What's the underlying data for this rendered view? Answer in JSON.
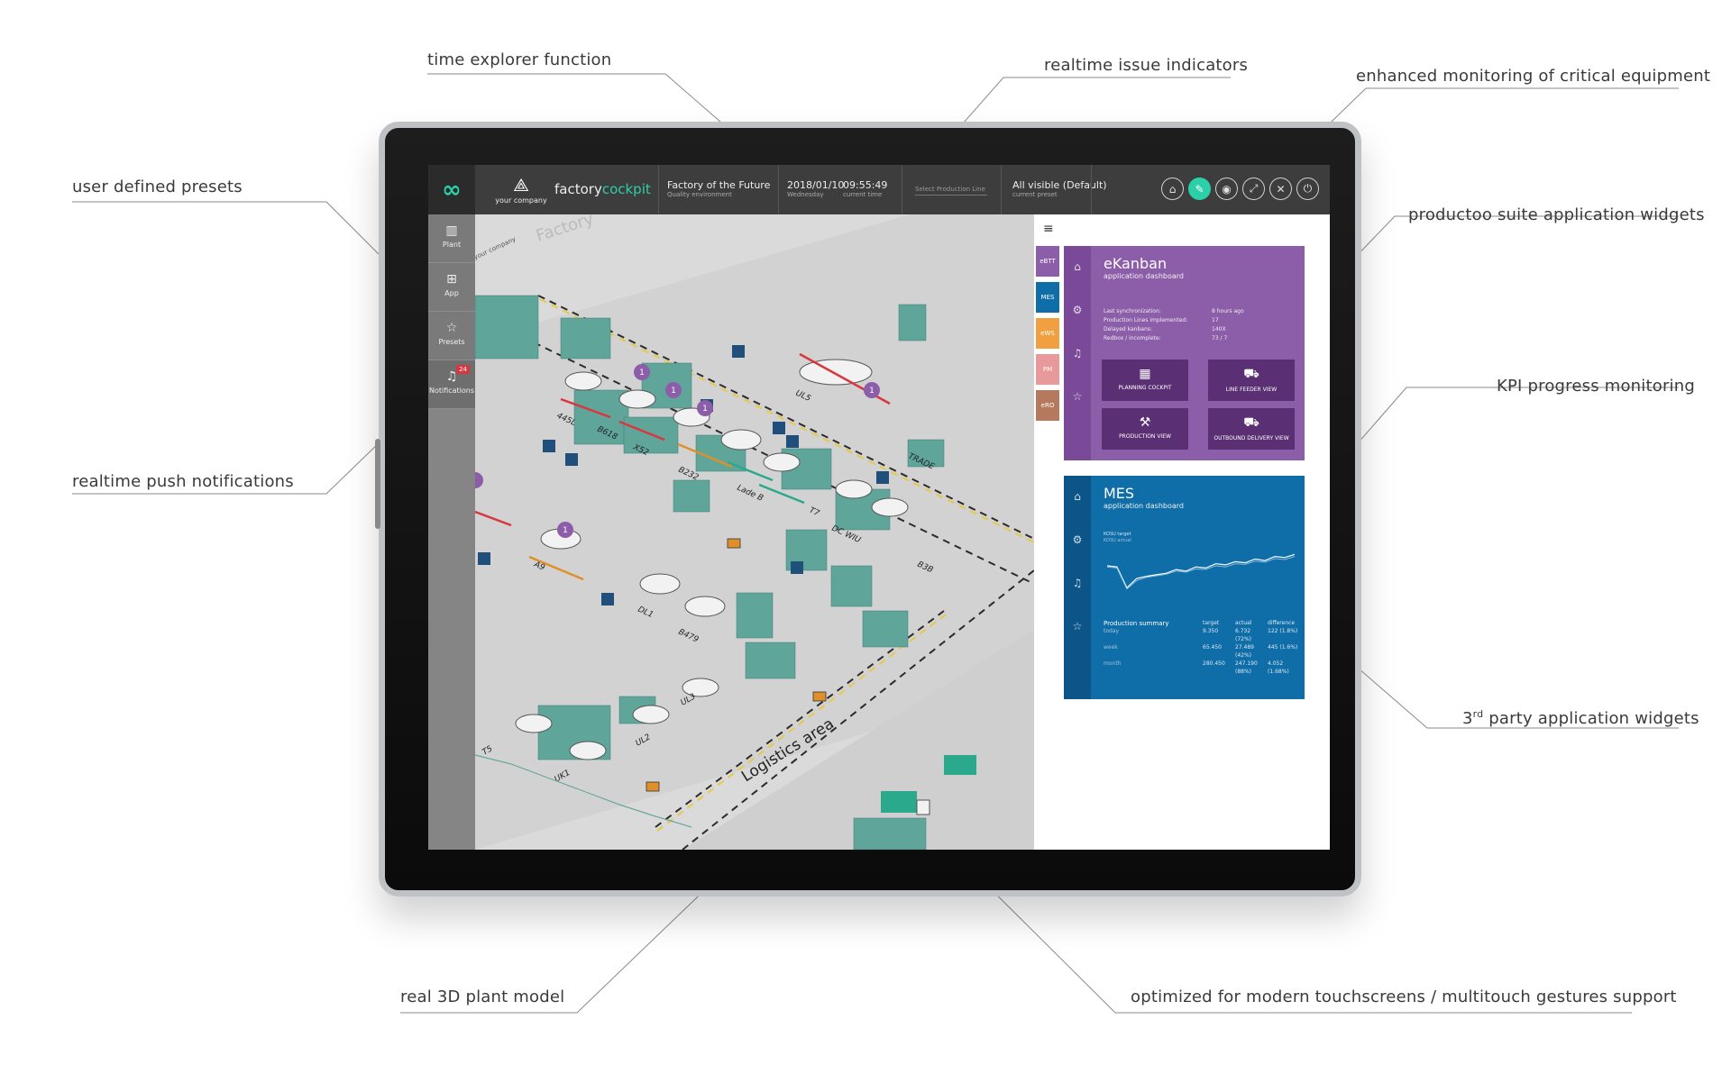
{
  "callouts": {
    "time_explorer": "time explorer function",
    "issue_indicators": "realtime issue indicators",
    "critical_equipment": "enhanced monitoring of critical equipment",
    "user_presets": "user defined presets",
    "suite_widgets": "productoo suite application widgets",
    "kpi_monitoring": "KPI progress monitoring",
    "push_notifications": "realtime push notifications",
    "third_party_prefix": "3",
    "third_party_sup": "rd",
    "third_party_rest": " party application widgets",
    "plant_model": "real 3D plant model",
    "touchscreens": "optimized for modern touchscreens / multitouch gestures support"
  },
  "topbar": {
    "logo_glyph": "∞",
    "company_name": "your company",
    "brand_main": "factory",
    "brand_accent": "cockpit",
    "environment_title": "Factory of the Future",
    "environment_sub": "Quality environment",
    "date": "2018/01/10",
    "weekday": "Wednesday",
    "time": "09:55:49",
    "time_sub": "current time",
    "production_line_placeholder": "Select Production Line",
    "preset_value": "All visible (Default)",
    "preset_sub": "current preset",
    "icons": [
      "home-icon",
      "pin-icon",
      "location-icon",
      "fullscreen-icon",
      "tools-icon",
      "power-icon"
    ]
  },
  "leftnav": {
    "items": [
      {
        "label": "Plant",
        "icon": "factory-icon"
      },
      {
        "label": "App",
        "icon": "grid-icon"
      },
      {
        "label": "Presets",
        "icon": "star-icon"
      },
      {
        "label": "Notifications",
        "icon": "bell-icon",
        "badge": "24"
      }
    ]
  },
  "plant": {
    "logistics_label": "Logistics area",
    "factory_label": "Factory",
    "company_mark": "your company",
    "lines": [
      "445L",
      "B618",
      "X52",
      "B232",
      "Lade B",
      "UL5",
      "T7",
      "DC WIU",
      "A9",
      "DL1",
      "B479",
      "UL3",
      "UL2",
      "T5",
      "UK1",
      "TRADE",
      "B3B"
    ],
    "issue_badge": "1"
  },
  "apps": [
    {
      "label": "eBTT",
      "color": "#8c5da8"
    },
    {
      "label": "MES",
      "color": "#0f6da8"
    },
    {
      "label": "eWS",
      "color": "#f0a040"
    },
    {
      "label": "PM",
      "color": "#e89a9a"
    },
    {
      "label": "eRO",
      "color": "#b57a5e"
    }
  ],
  "ekanban": {
    "title": "eKanban",
    "subtitle": "application dashboard",
    "stats": [
      {
        "k": "Last synchronization:",
        "v": "8 hours ago"
      },
      {
        "k": "Production Lines implemented:",
        "v": "17"
      },
      {
        "k": "Delayed kanbans:",
        "v": "140X"
      },
      {
        "k": "Redbox / incomplete:",
        "v": "73 / 7"
      }
    ],
    "buttons": [
      "PLANNING COCKPIT",
      "LINE FEEDER VIEW",
      "PRODUCTION VIEW",
      "OUTBOUND DELIVERY VIEW"
    ]
  },
  "mes": {
    "title": "MES",
    "subtitle": "application dashboard",
    "legend": [
      "KOSU target",
      "KOSU actual"
    ],
    "summary_title": "Production summary",
    "headers": [
      "target",
      "actual",
      "difference"
    ],
    "rows": [
      {
        "label": "today",
        "target": "9.350",
        "actual": "6.732 (72%)",
        "diff": "122 (1.8%)"
      },
      {
        "label": "week",
        "target": "65.450",
        "actual": "27.489 (42%)",
        "diff": "445 (1.6%)"
      },
      {
        "label": "month",
        "target": "280.450",
        "actual": "247.190 (88%)",
        "diff": "4.052 (1.68%)"
      }
    ]
  },
  "chart_data": {
    "type": "line",
    "title": "",
    "series": [
      {
        "name": "KOSU target",
        "values": [
          62,
          60,
          20,
          38,
          42,
          45,
          48,
          55,
          52,
          60,
          58,
          66,
          64,
          70,
          68,
          75,
          72,
          80,
          78,
          84
        ]
      },
      {
        "name": "KOSU actual",
        "values": [
          60,
          58,
          18,
          34,
          40,
          43,
          46,
          52,
          50,
          56,
          55,
          62,
          60,
          66,
          65,
          71,
          69,
          76,
          74,
          80
        ]
      }
    ]
  }
}
